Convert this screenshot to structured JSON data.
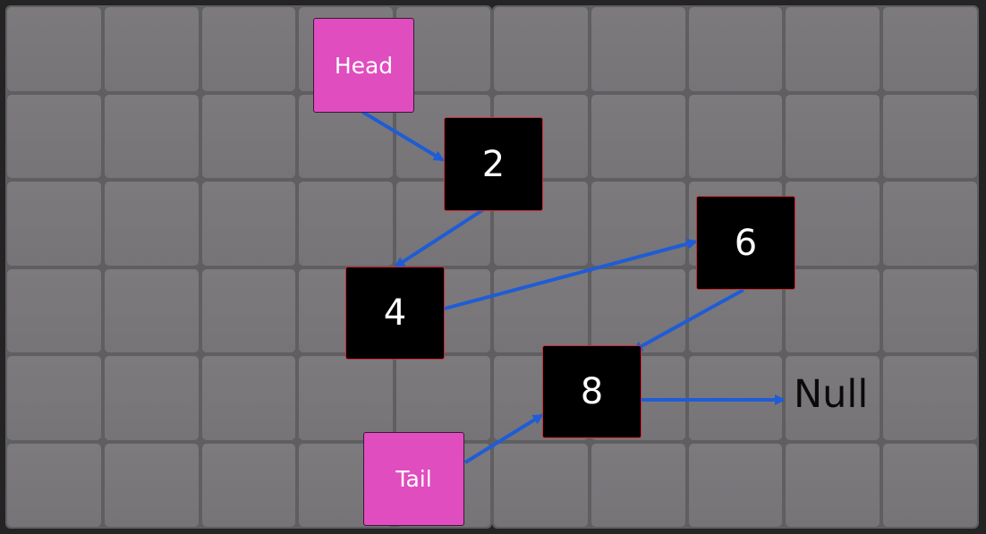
{
  "list": {
    "head_label": "Head",
    "tail_label": "Tail",
    "null_label": "Null",
    "nodes": [
      {
        "value": "2"
      },
      {
        "value": "4"
      },
      {
        "value": "6"
      },
      {
        "value": "8"
      }
    ]
  },
  "colors": {
    "node_fill": "#000000",
    "node_border": "#d1283a",
    "pointer_fill": "#e04dbf",
    "arrow": "#1f5cd6",
    "grid_cell": "#7a787b",
    "grid_line": "#e6e6e6",
    "background": "#242424"
  }
}
